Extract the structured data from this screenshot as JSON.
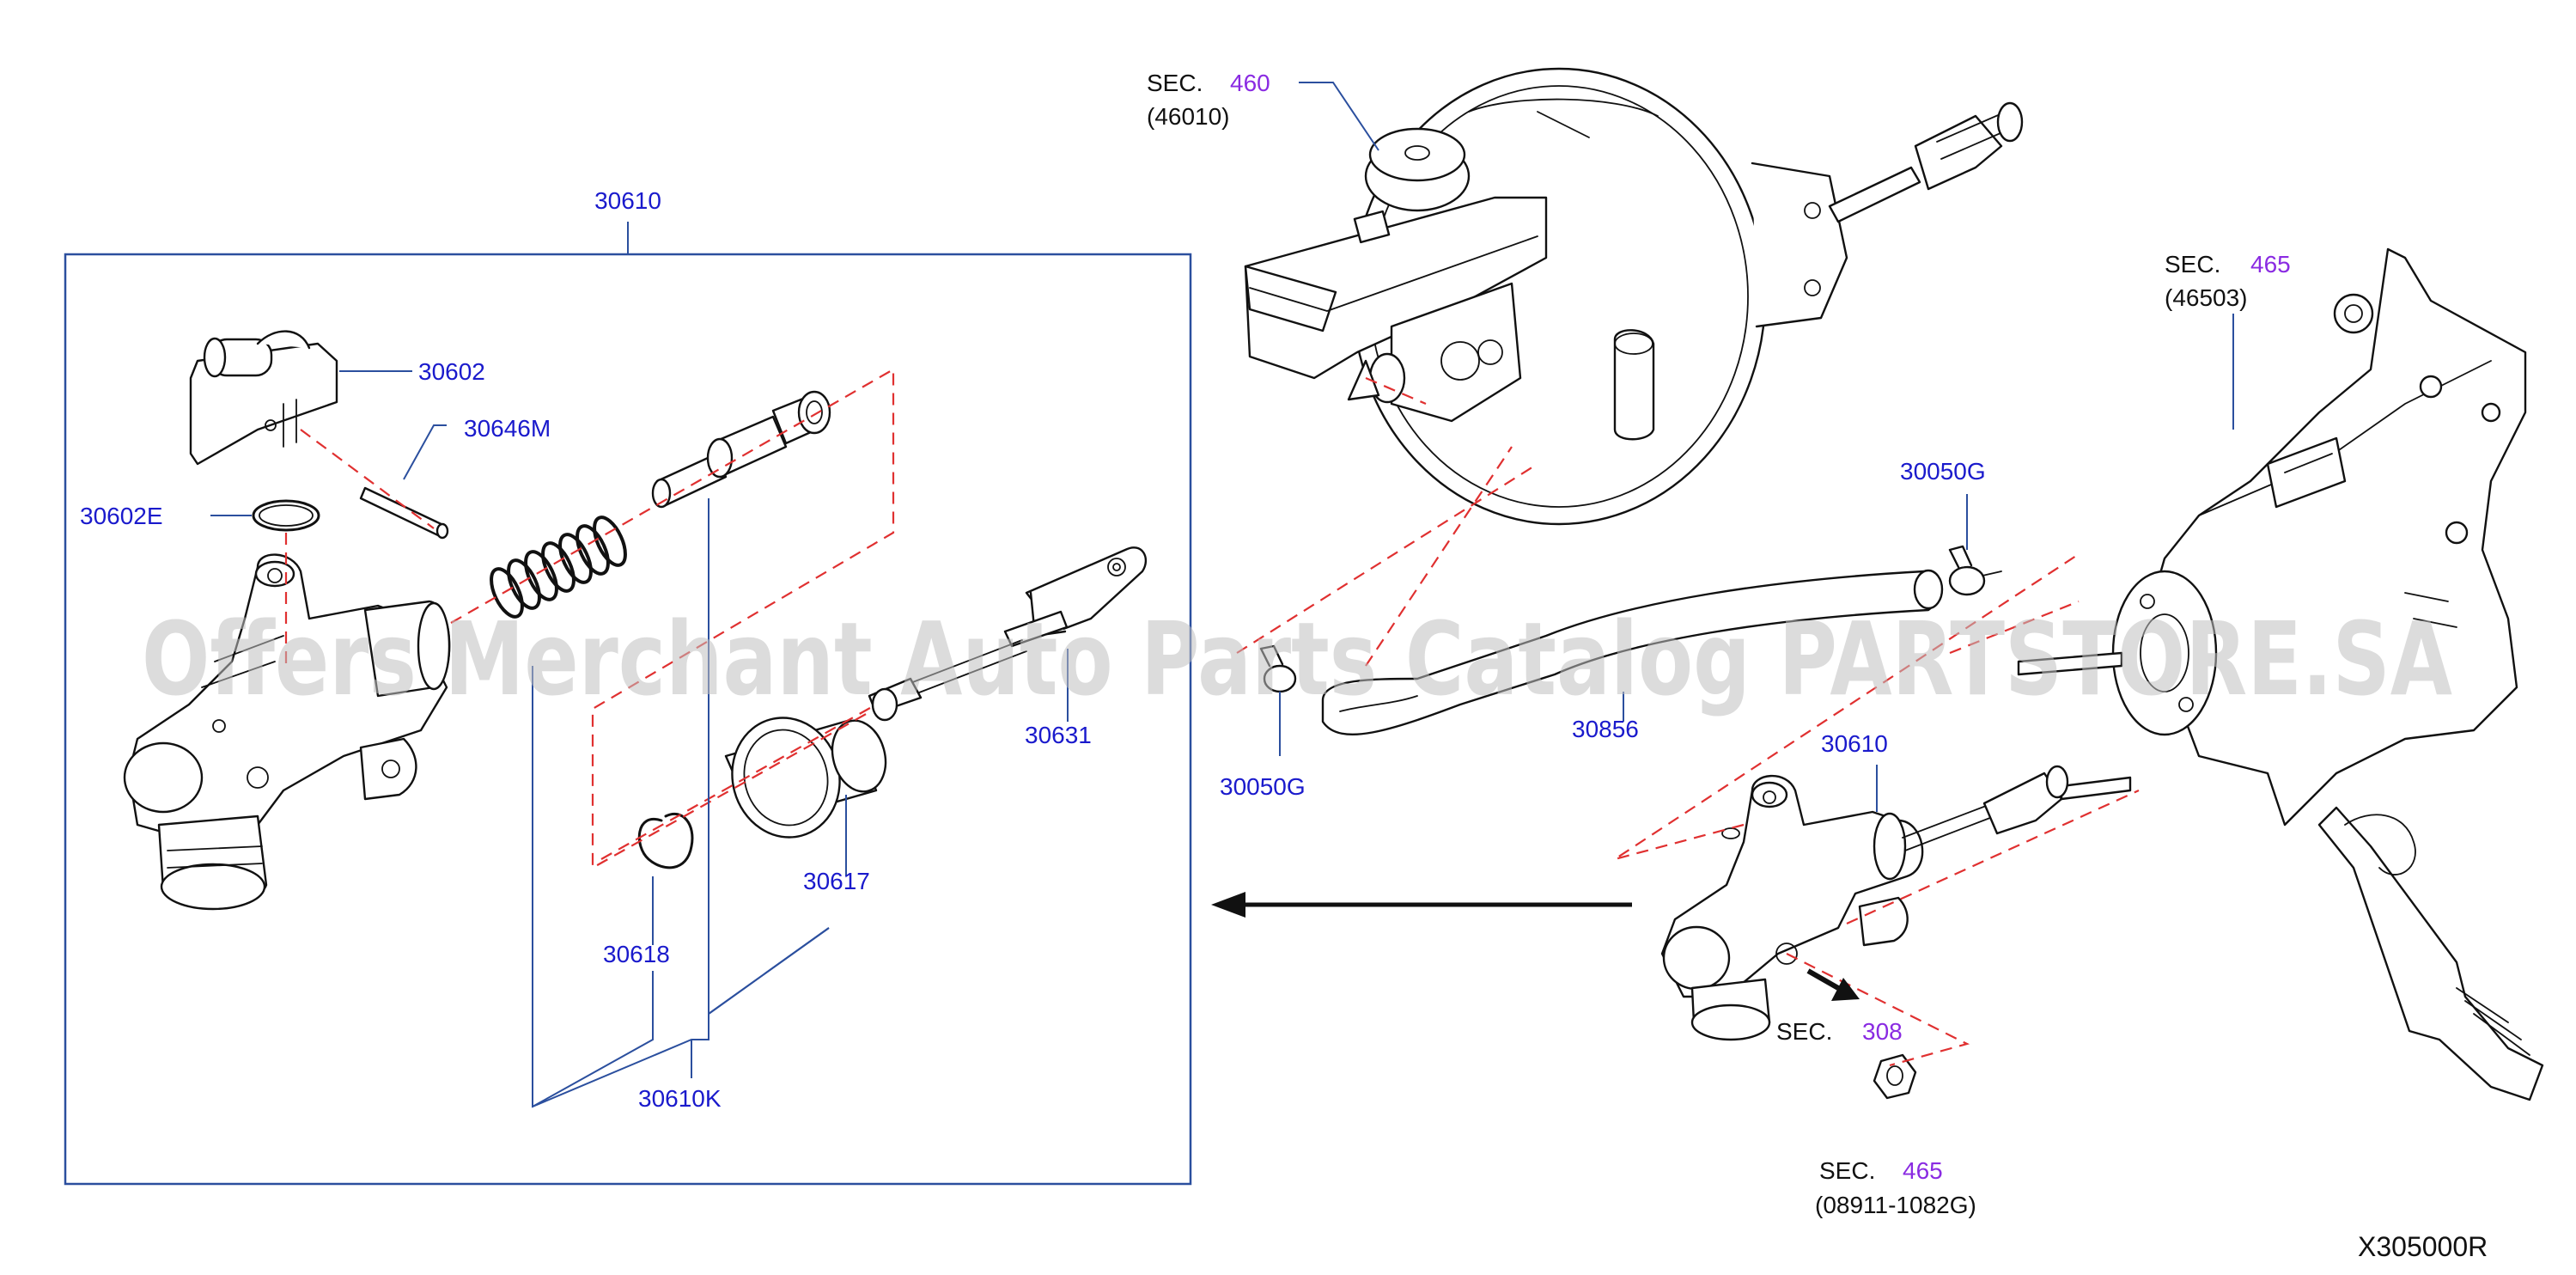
{
  "labels": {
    "p30610_main": "30610",
    "p30602": "30602",
    "p30646M": "30646M",
    "p30602E": "30602E",
    "p30631": "30631",
    "p30617": "30617",
    "p30618": "30618",
    "p30610K": "30610K",
    "p30050G_top": "30050G",
    "p30050G_left": "30050G",
    "p30856": "30856",
    "p30610_right": "30610"
  },
  "sections": {
    "sec460": {
      "prefix": "SEC.",
      "number": "460",
      "sub": "(46010)"
    },
    "sec465_top": {
      "prefix": "SEC.",
      "number": "465",
      "sub": "(46503)"
    },
    "sec308": {
      "prefix": "SEC.",
      "number": "308"
    },
    "sec465_bottom": {
      "prefix": "SEC.",
      "number": "465",
      "sub": "(08911-1082G)"
    }
  },
  "diagram_code": "X305000R",
  "watermark": "Offers Merchant Auto Parts Catalog PARTSTORE.SA",
  "colors": {
    "part_number": "#1a1acc",
    "section_ref": "#8a2be2",
    "leader_line": "#2b4f9e",
    "dashed_line": "#e03030",
    "outline": "#111111",
    "watermark": "#bfbfbf"
  }
}
